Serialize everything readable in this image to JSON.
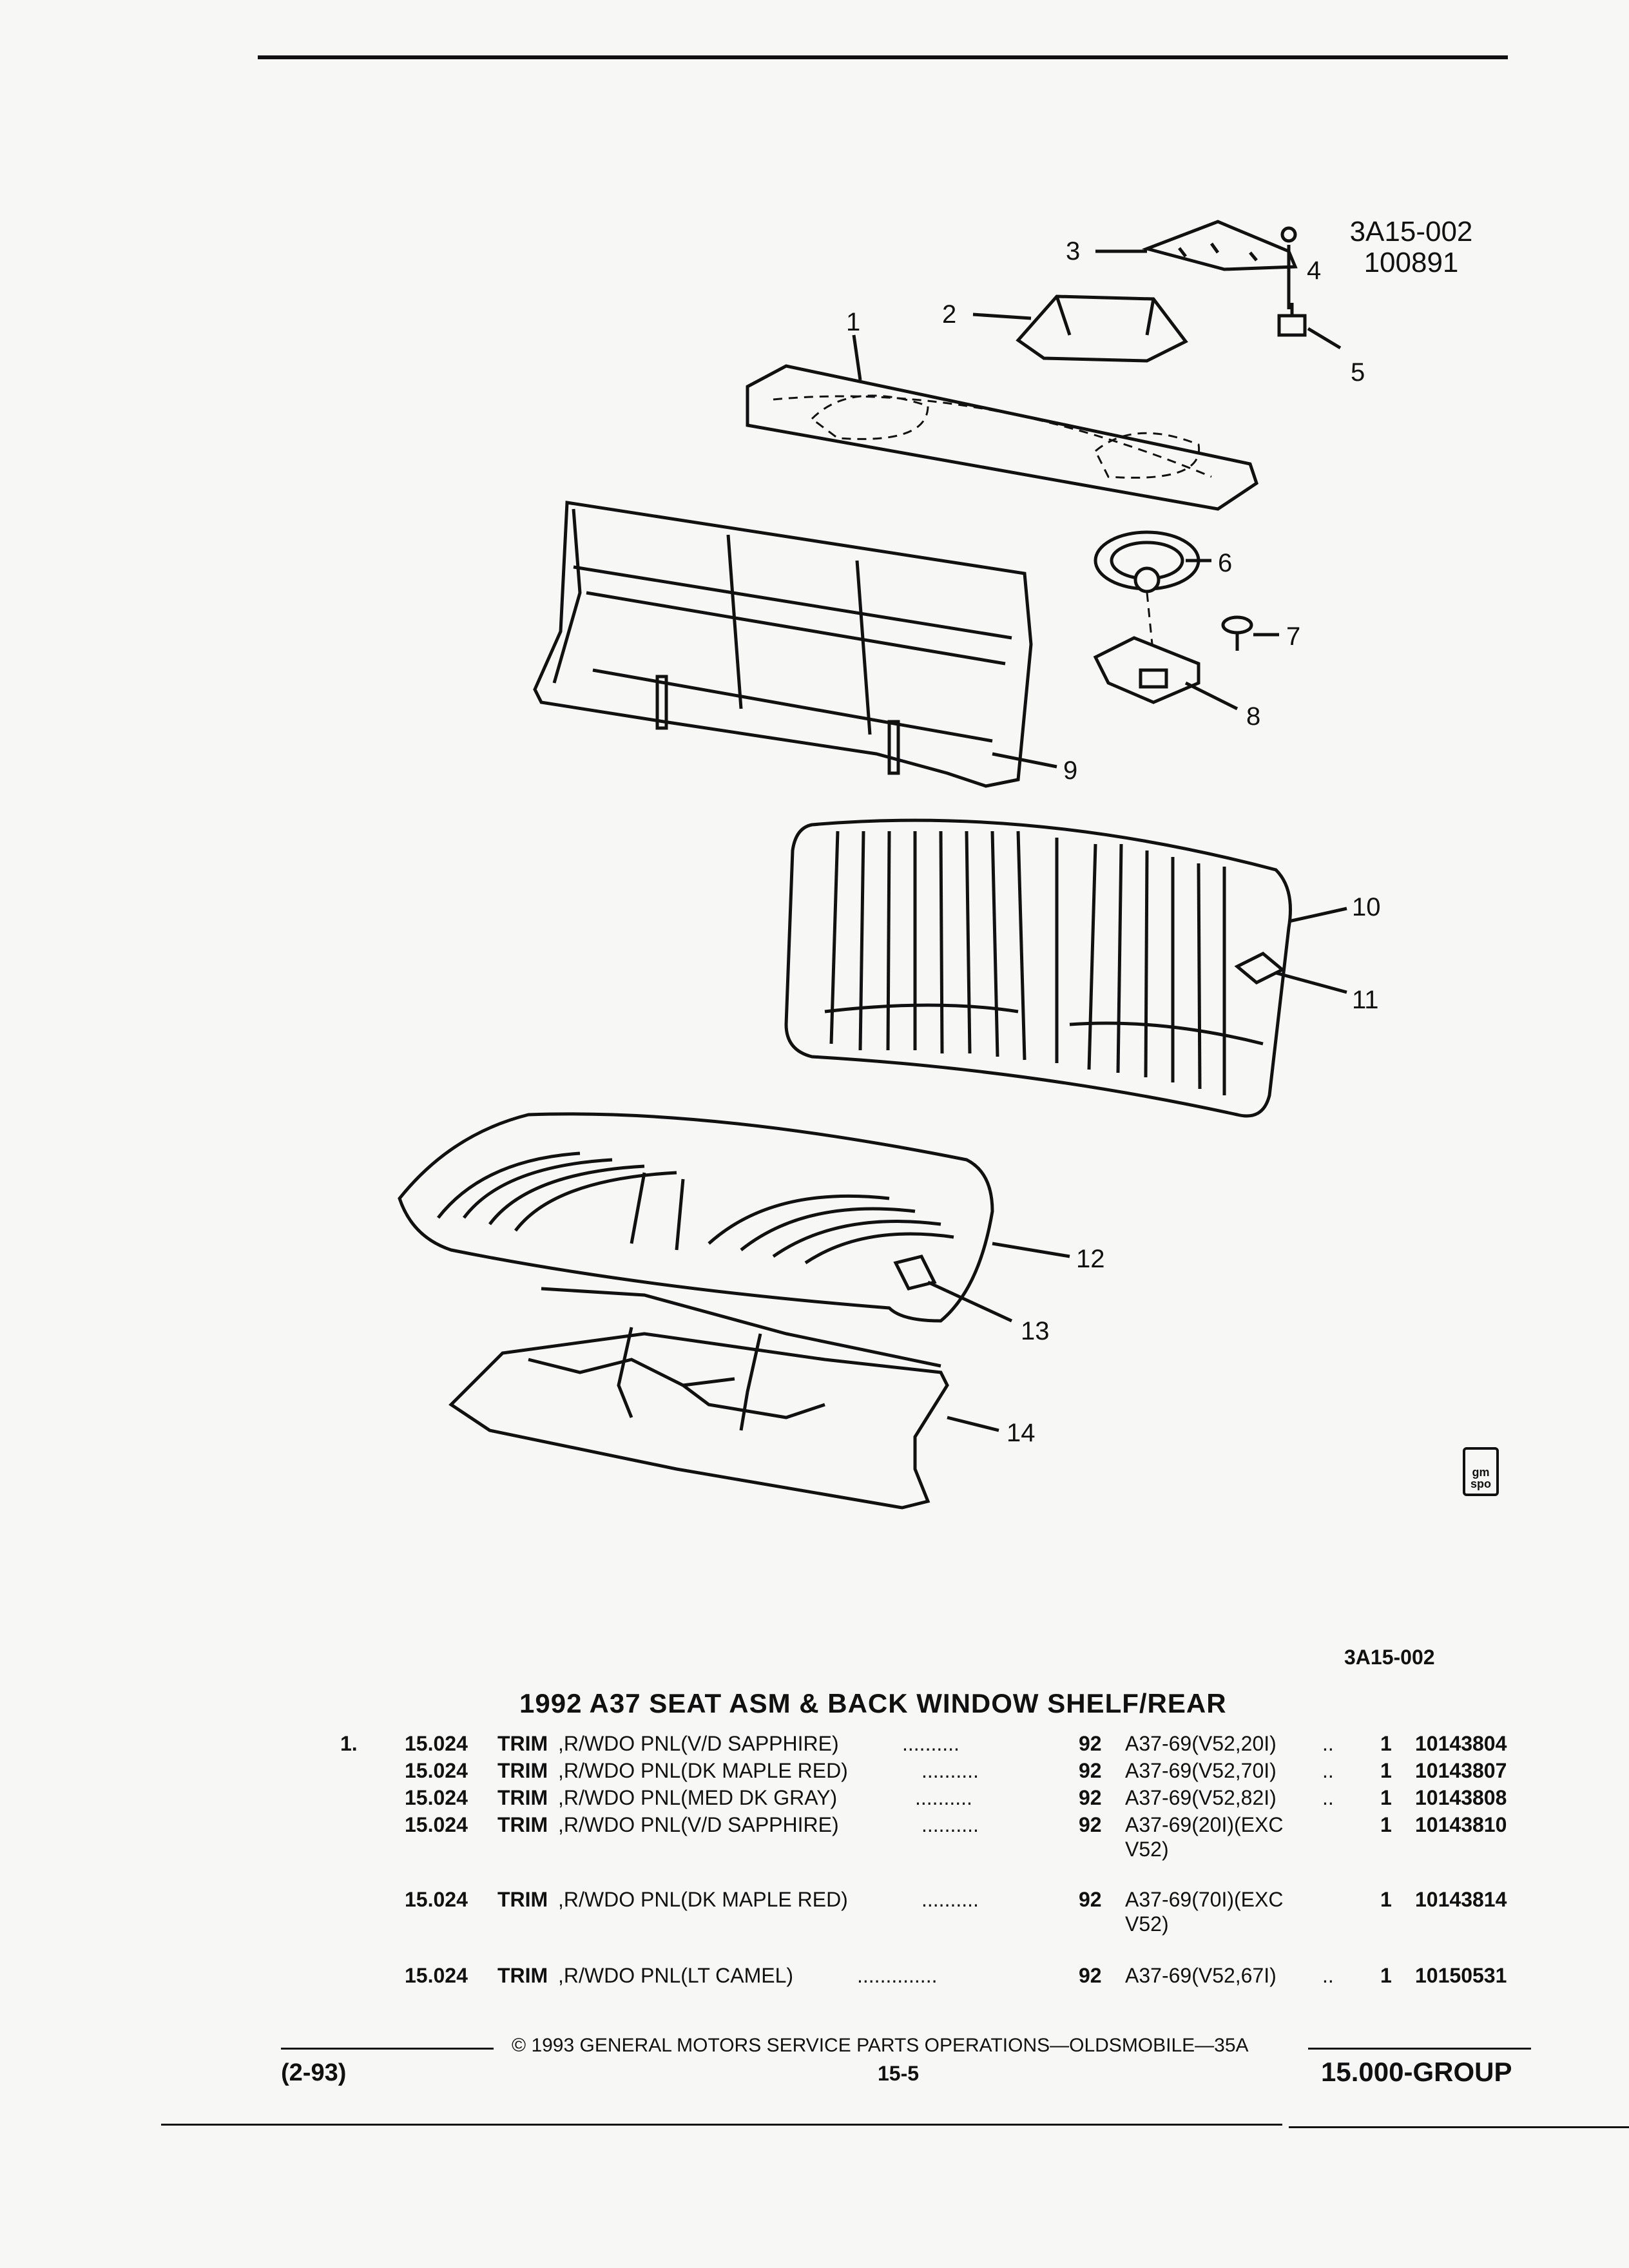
{
  "header": {
    "illustration_code": "3A15-002",
    "illustration_date": "100891"
  },
  "callouts": [
    "1",
    "2",
    "3",
    "4",
    "5",
    "6",
    "7",
    "8",
    "9",
    "10",
    "11",
    "12",
    "13",
    "14"
  ],
  "logo": {
    "text": "gm spo",
    "icon": "gmspo-logo-icon"
  },
  "caption_code": "3A15-002",
  "section_title": "1992 A37 SEAT ASM & BACK WINDOW SHELF/REAR",
  "parts": [
    {
      "ref": "1.",
      "group": "15.024",
      "name": "TRIM",
      "desc": ",R/WDO PNL(V/D SAPPHIRE)",
      "dots": "..........",
      "year": "92",
      "usage": "A37-69(V52,20I)",
      "usage_cont": "",
      "trail": "..",
      "qty": "1",
      "part_no": "10143804"
    },
    {
      "ref": "",
      "group": "15.024",
      "name": "TRIM",
      "desc": ",R/WDO PNL(DK MAPLE RED)",
      "dots": "..........",
      "year": "92",
      "usage": "A37-69(V52,70I)",
      "usage_cont": "",
      "trail": "..",
      "qty": "1",
      "part_no": "10143807"
    },
    {
      "ref": "",
      "group": "15.024",
      "name": "TRIM",
      "desc": ",R/WDO PNL(MED DK GRAY)",
      "dots": "..........",
      "year": "92",
      "usage": "A37-69(V52,82I)",
      "usage_cont": "",
      "trail": "..",
      "qty": "1",
      "part_no": "10143808"
    },
    {
      "ref": "",
      "group": "15.024",
      "name": "TRIM",
      "desc": ",R/WDO PNL(V/D SAPPHIRE)",
      "dots": "..........",
      "year": "92",
      "usage": "A37-69(20I)(EXC",
      "usage_cont": "V52)",
      "trail": "",
      "qty": "1",
      "part_no": "10143810"
    },
    {
      "ref": "",
      "group": "15.024",
      "name": "TRIM",
      "desc": ",R/WDO PNL(DK MAPLE RED)",
      "dots": "..........",
      "year": "92",
      "usage": "A37-69(70I)(EXC",
      "usage_cont": "V52)",
      "trail": "",
      "qty": "1",
      "part_no": "10143814"
    },
    {
      "ref": "",
      "group": "15.024",
      "name": "TRIM",
      "desc": ",R/WDO PNL(LT CAMEL)",
      "dots": "..............",
      "year": "92",
      "usage": "A37-69(V52,67I)",
      "usage_cont": "",
      "trail": "..",
      "qty": "1",
      "part_no": "10150531"
    }
  ],
  "footer": {
    "copyright": "© 1993 GENERAL MOTORS SERVICE PARTS OPERATIONS—OLDSMOBILE—35A",
    "date": "(2-93)",
    "page": "15-5",
    "group": "15.000-GROUP"
  }
}
